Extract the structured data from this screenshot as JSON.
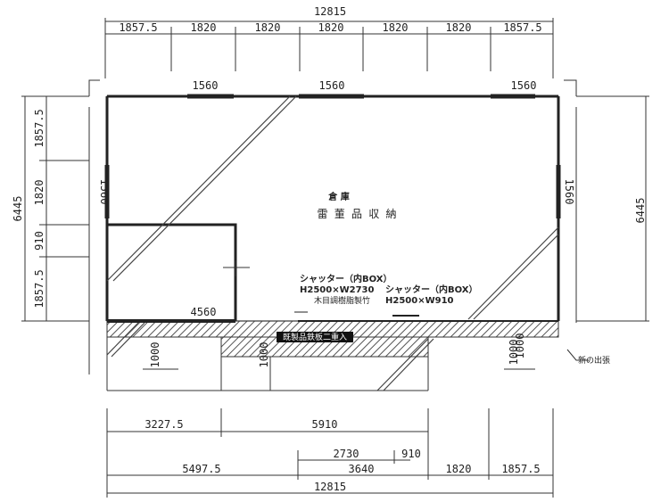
{
  "top_dims": {
    "total": "12815",
    "segments": [
      "1857.5",
      "1820",
      "1820",
      "1820",
      "1820",
      "1820",
      "1857.5"
    ]
  },
  "window_dims": {
    "top_a": "1560",
    "top_b": "1560",
    "top_c": "1560",
    "left": "1560",
    "right": "1560",
    "bottom": "4560"
  },
  "left_dims": {
    "total": "6445",
    "segments": [
      "1857.5",
      "1820",
      "910",
      "1857.5"
    ]
  },
  "right_dims": {
    "total": "6445"
  },
  "room": {
    "name": "倉 庫",
    "use": "雷 董 品 収 納"
  },
  "shutters": {
    "a_title": "シャッター（内BOX）",
    "a_size": "H2500×W2730",
    "b_title": "シャッター（内BOX）",
    "b_size": "H2500×W910",
    "note": "木目調樹脂製竹",
    "band_label": "既製品鉄板二重入"
  },
  "apron": {
    "depth_1": "1000",
    "depth_2": "1000",
    "depth_3": "1000",
    "depth_4": "1000",
    "note": "新の出張"
  },
  "bottom_dims": {
    "row1": [
      "3227.5",
      "5910"
    ],
    "row2": [
      "2730",
      "910"
    ],
    "row3": [
      "5497.5",
      "3640",
      "1820",
      "1857.5"
    ],
    "total": "12815"
  }
}
